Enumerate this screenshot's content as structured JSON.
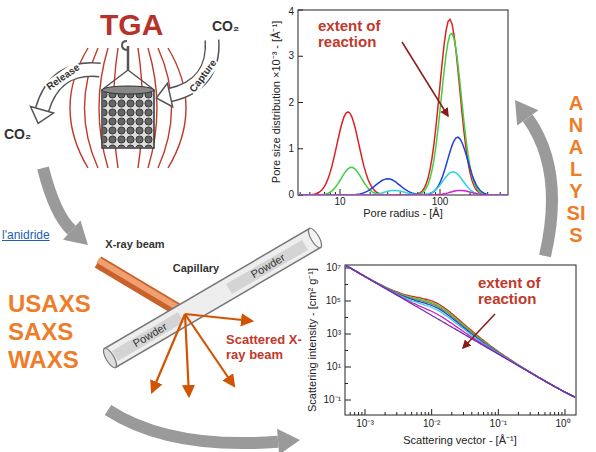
{
  "diagram": {
    "nodes": [
      {
        "text": [
          "TGA"
        ]
      },
      {
        "text": [
          "USAXS SAXS WAXS"
        ]
      },
      {
        "text": [
          "Scattering intensity - [cm² g⁻¹]",
          "Scattering vector - [Å⁻¹]"
        ]
      },
      {
        "text": [
          "Pore size distribution ×10⁻³ - [Å⁻¹]",
          "Pore radius - [Å]"
        ]
      }
    ],
    "edges": [
      {
        "from": 0,
        "to": 1,
        "arrow": "to"
      },
      {
        "from": 1,
        "to": 2,
        "arrow": "to"
      },
      {
        "from": 2,
        "to": 3,
        "arrow": "to"
      }
    ],
    "labels": [
      "CO₂",
      "Release",
      "Capture",
      "CO₂",
      "X-ray beam",
      "Capillary",
      "Powder",
      "Powder",
      "Scattered X-ray beam",
      "extent of reaction",
      "0",
      "1",
      "2",
      "3",
      "4",
      "10",
      "100",
      "extent of reaction",
      "10⁷",
      "10⁵",
      "10³",
      "10¹",
      "10⁻¹",
      "10⁻³",
      "10⁻²",
      "10⁻¹",
      "10⁰",
      "ANALYSIS",
      "l'anidride"
    ]
  }
}
